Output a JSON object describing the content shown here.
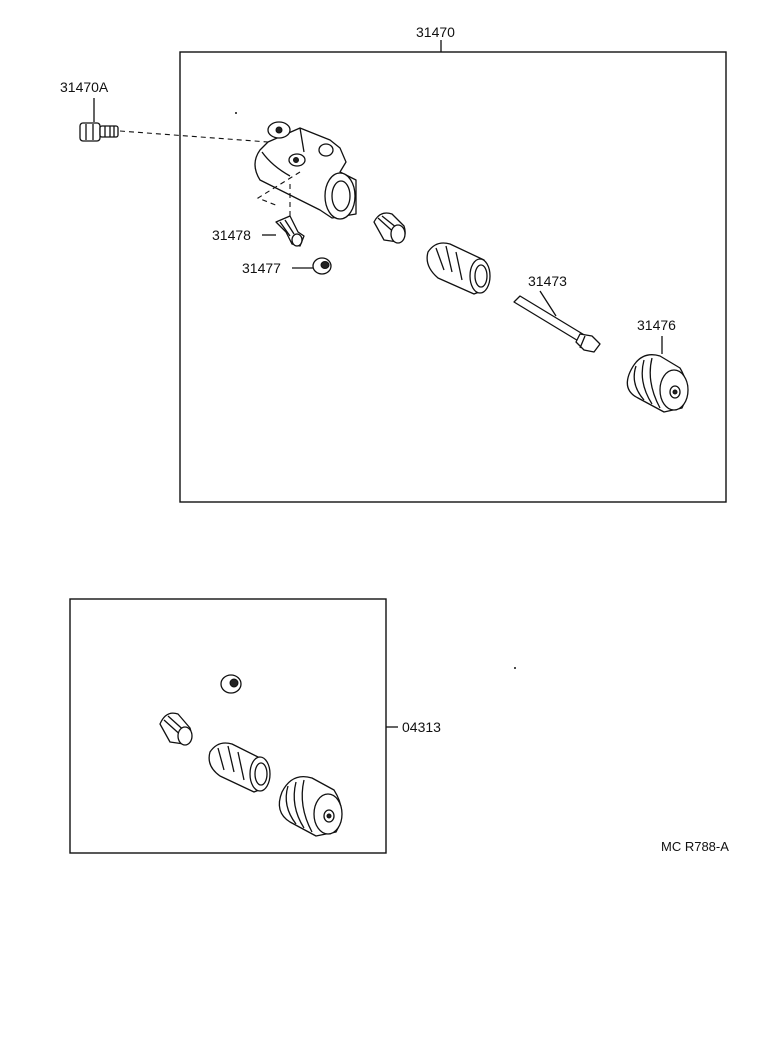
{
  "labels": {
    "assembly": "31470",
    "bleeder_bolt": "31470A",
    "bleeder_plug": "31478",
    "bleeder_cap": "31477",
    "push_rod": "31473",
    "boot": "31476",
    "repair_kit": "04313",
    "reference": "MC R788-A"
  }
}
